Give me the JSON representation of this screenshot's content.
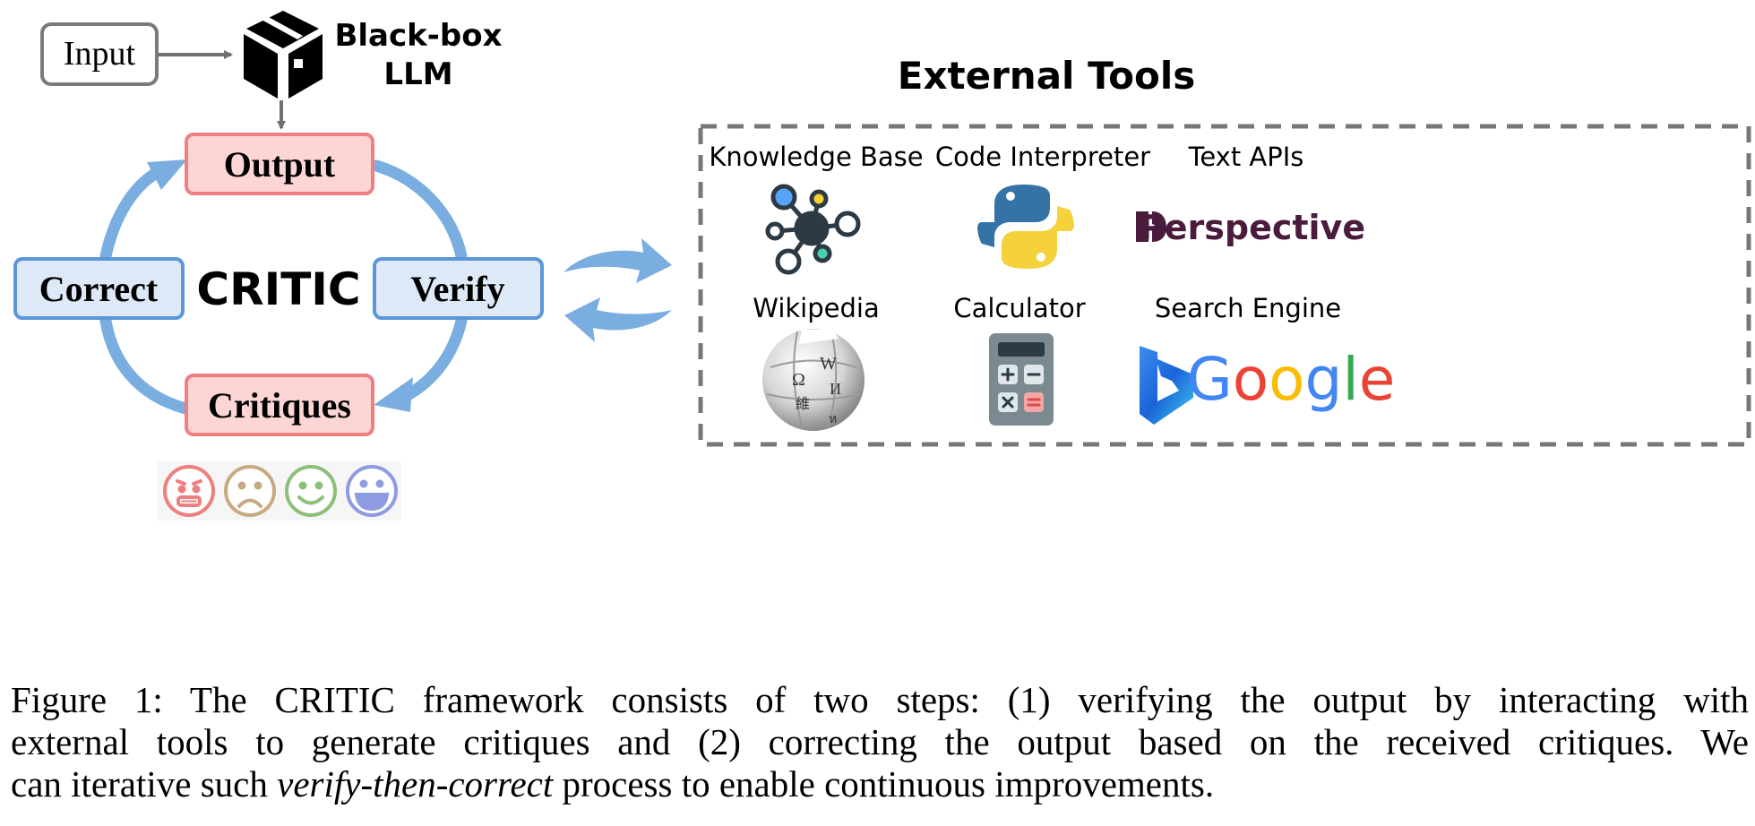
{
  "diagram": {
    "input_label": "Input",
    "llm_label_line1": "Black-box",
    "llm_label_line2": "LLM",
    "center_label": "CRITIC",
    "nodes": {
      "output": "Output",
      "verify": "Verify",
      "critiques": "Critiques",
      "correct": "Correct"
    },
    "tools_title": "External Tools",
    "tools": {
      "knowledge_base": "Knowledge Base",
      "code_interpreter": "Code Interpreter",
      "text_apis": "Text APIs",
      "perspective": "Perspective",
      "wikipedia": "Wikipedia",
      "calculator": "Calculator",
      "search_engine": "Search Engine",
      "google": "Google"
    },
    "emoji_icons": [
      "anxious-face-icon",
      "frowning-face-icon",
      "slightly-smiling-face-icon",
      "grinning-face-icon"
    ],
    "colors": {
      "output_fill": "#fdd5d5",
      "output_stroke": "#f08080",
      "verify_fill": "#dde9f6",
      "verify_stroke": "#5b97d8",
      "cycle_arrow": "#7aaee0",
      "tools_border": "#777777"
    }
  },
  "caption": {
    "line1": "Figure 1: The CRITIC framework consists of two steps: (1) verifying the output by interacting with",
    "line2": "external tools to generate critiques and (2) correcting the output based on the received critiques. We",
    "line3_pre": "can iterative such ",
    "line3_em": "verify-then-correct",
    "line3_post": " process to enable continuous improvements."
  }
}
